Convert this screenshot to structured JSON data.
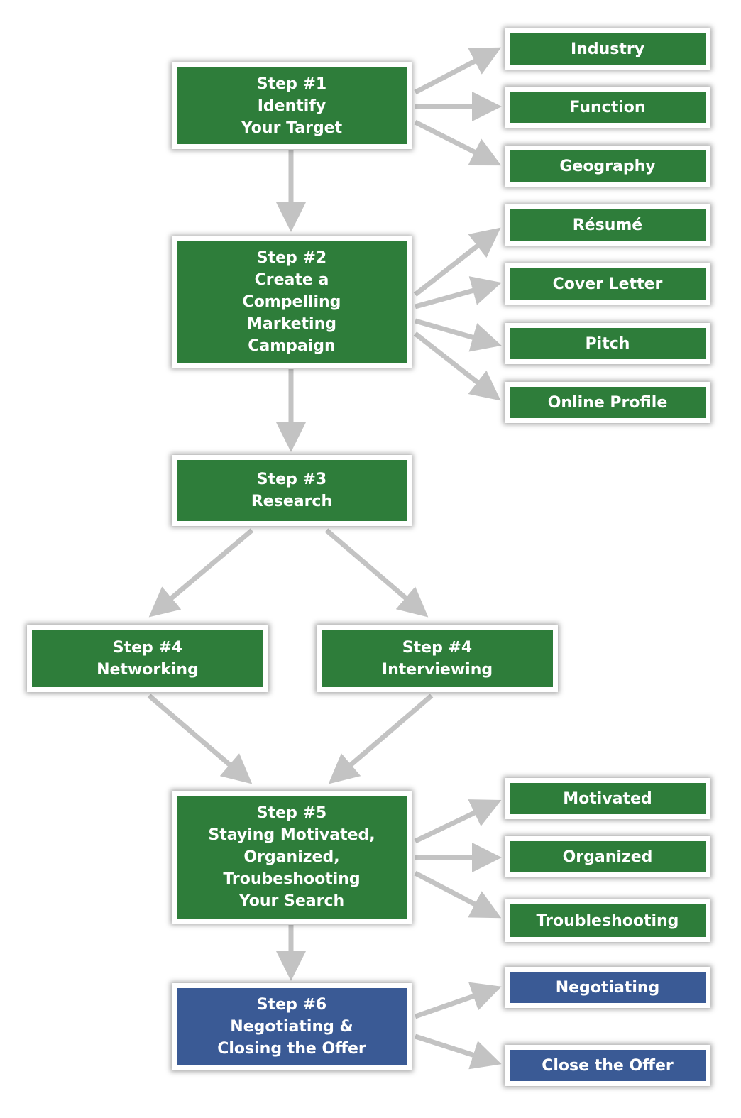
{
  "steps": {
    "s1": {
      "lines": [
        "Step #1",
        "Identify",
        "Your Target"
      ]
    },
    "s2": {
      "lines": [
        "Step #2",
        "Create a",
        "Compelling",
        "Marketing",
        "Campaign"
      ]
    },
    "s3": {
      "lines": [
        "Step #3",
        "Research"
      ]
    },
    "s4a": {
      "lines": [
        "Step #4",
        "Networking"
      ]
    },
    "s4b": {
      "lines": [
        "Step #4",
        "Interviewing"
      ]
    },
    "s5": {
      "lines": [
        "Step #5",
        "Staying Motivated,",
        "Organized,",
        "Troubeshooting",
        "Your Search"
      ]
    },
    "s6": {
      "lines": [
        "Step #6",
        "Negotiating &",
        "Closing the Offer"
      ]
    }
  },
  "outcomes": {
    "industry": "Industry",
    "function": "Function",
    "geography": "Geography",
    "resume": "Résumé",
    "cover_letter": "Cover Letter",
    "pitch": "Pitch",
    "online_profile": "Online Profile",
    "motivated": "Motivated",
    "organized": "Organized",
    "troubleshooting": "Troubleshooting",
    "negotiating": "Negotiating",
    "close_offer": "Close the Offer"
  },
  "colors": {
    "green": "#2e7d3a",
    "blue": "#3a5a95",
    "arrow": "#c3c3c3"
  }
}
